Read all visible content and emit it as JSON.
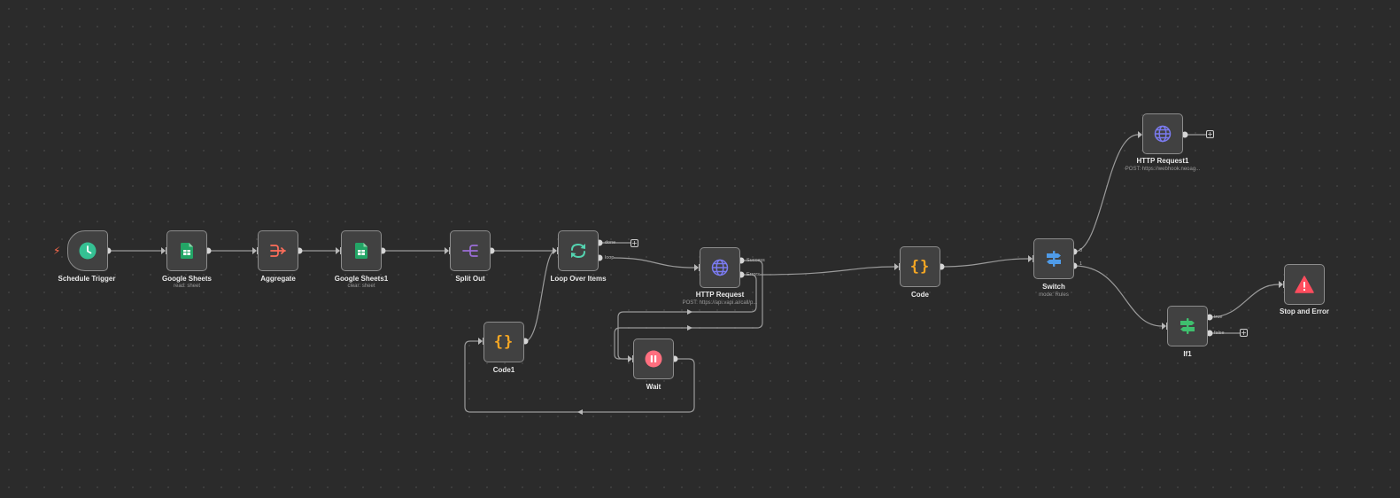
{
  "workflow": {
    "nodes": {
      "schedule_trigger": {
        "label": "Schedule Trigger",
        "icon": "clock-icon",
        "color": "#35c093"
      },
      "google_sheets": {
        "label": "Google Sheets",
        "subtitle": "read: sheet",
        "icon": "google-sheets-icon",
        "color": "#23a566"
      },
      "aggregate": {
        "label": "Aggregate",
        "icon": "aggregate-icon",
        "color": "#ff6d5a"
      },
      "google_sheets1": {
        "label": "Google Sheets1",
        "subtitle": "clear: sheet",
        "icon": "google-sheets-icon",
        "color": "#23a566"
      },
      "split_out": {
        "label": "Split Out",
        "icon": "split-out-icon",
        "color": "#9b6dd7"
      },
      "loop_over_items": {
        "label": "Loop Over Items",
        "icon": "loop-icon",
        "color": "#54d3b0",
        "outputs": [
          "done",
          "loop"
        ]
      },
      "http_request": {
        "label": "HTTP Request",
        "subtitle": "POST: https://api.vapi.ai/call/p...",
        "icon": "globe-icon",
        "color": "#7b7bf0",
        "outputs": [
          "Success",
          "Errors"
        ]
      },
      "code": {
        "label": "Code",
        "icon": "code-icon",
        "color": "#f5a623"
      },
      "switch": {
        "label": "Switch",
        "subtitle": "mode: Rules",
        "icon": "signpost-icon",
        "color": "#4f9be8",
        "outputs": [
          "0",
          "1"
        ]
      },
      "http_request1": {
        "label": "HTTP Request1",
        "subtitle": "POST: https://webhook.neoag...",
        "icon": "globe-icon",
        "color": "#7b7bf0"
      },
      "if1": {
        "label": "If1",
        "icon": "signpost-icon",
        "color": "#3fbf6e",
        "outputs": [
          "true",
          "false"
        ]
      },
      "stop_and_error": {
        "label": "Stop and Error",
        "icon": "warning-icon",
        "color": "#ff4d5e"
      },
      "code1": {
        "label": "Code1",
        "icon": "code-icon",
        "color": "#f5a623"
      },
      "wait": {
        "label": "Wait",
        "icon": "pause-icon",
        "color": "#ff6f7f"
      }
    },
    "add_buttons": [
      "+",
      "+",
      "+"
    ],
    "colors": {
      "background": "#2b2b2b",
      "node_fill": "#414141",
      "node_border": "#8c8c8c",
      "edge": "#9a9a9a"
    }
  }
}
